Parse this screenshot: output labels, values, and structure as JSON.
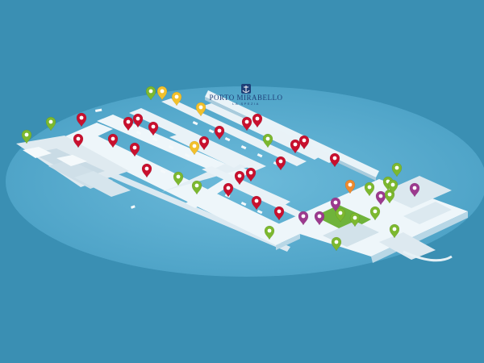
{
  "brand": {
    "name": "PORTO MIRABELLO",
    "subtitle": "LA SPEZIA",
    "logo_icon": "anchor-crest-icon"
  },
  "colors": {
    "sea": "#3a8fb3",
    "lagoon": "#5fb0d1",
    "pier": "#eef6fa",
    "pier_shadow": "#b8d7e6",
    "boat": "#f4f9fb",
    "marker_red": "#c8102e",
    "marker_yellow": "#f2c02c",
    "marker_green": "#7cb82f",
    "marker_orange": "#ee8a2f",
    "marker_purple": "#9c3a8e",
    "navy": "#1e3f78"
  },
  "marker_categories": [
    {
      "key": "red",
      "icon": "red-map-pin-icon"
    },
    {
      "key": "yellow",
      "icon": "yellow-map-pin-icon"
    },
    {
      "key": "green",
      "icon": "green-map-pin-icon"
    },
    {
      "key": "orange",
      "icon": "orange-map-pin-icon"
    },
    {
      "key": "purple",
      "icon": "purple-map-pin-icon"
    }
  ]
}
